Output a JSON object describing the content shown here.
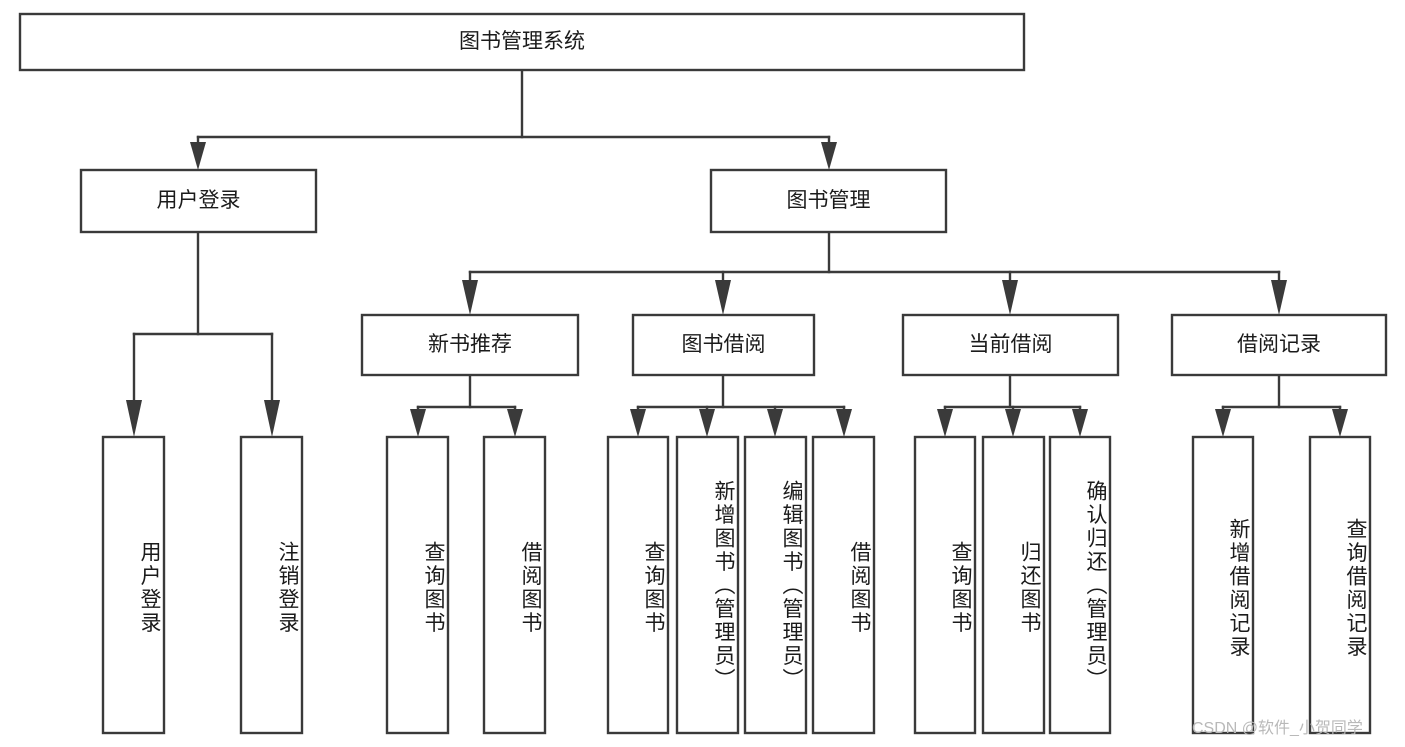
{
  "diagram": {
    "type": "hierarchy-tree",
    "title": "图书管理系统",
    "watermark": "CSDN @软件_小贺同学",
    "colors": {
      "stroke": "#3a3a3a",
      "fill": "#ffffff",
      "text": "#1b1b1b",
      "watermark": "#b9b9b9",
      "background": "#ffffff"
    },
    "levels": [
      {
        "level": 1,
        "nodes": [
          {
            "id": "root",
            "label": "图书管理系统",
            "orientation": "horizontal"
          }
        ]
      },
      {
        "level": 2,
        "nodes": [
          {
            "id": "user-login",
            "label": "用户登录",
            "orientation": "horizontal",
            "parent": "root"
          },
          {
            "id": "book-mgmt",
            "label": "图书管理",
            "orientation": "horizontal",
            "parent": "root"
          }
        ]
      },
      {
        "level": 3,
        "nodes": [
          {
            "id": "new-book-rec",
            "label": "新书推荐",
            "orientation": "horizontal",
            "parent": "book-mgmt"
          },
          {
            "id": "book-borrow",
            "label": "图书借阅",
            "orientation": "horizontal",
            "parent": "book-mgmt"
          },
          {
            "id": "current-borrow",
            "label": "当前借阅",
            "orientation": "horizontal",
            "parent": "book-mgmt"
          },
          {
            "id": "borrow-record",
            "label": "借阅记录",
            "orientation": "horizontal",
            "parent": "book-mgmt"
          }
        ]
      },
      {
        "level": 4,
        "nodes": [
          {
            "id": "leaf-user-login",
            "label": "用户登录",
            "orientation": "vertical",
            "parent": "user-login"
          },
          {
            "id": "leaf-user-logout",
            "label": "注销登录",
            "orientation": "vertical",
            "parent": "user-login"
          },
          {
            "id": "leaf-rec-query",
            "label": "查询图书",
            "orientation": "vertical",
            "parent": "new-book-rec"
          },
          {
            "id": "leaf-rec-borrow",
            "label": "借阅图书",
            "orientation": "vertical",
            "parent": "new-book-rec"
          },
          {
            "id": "leaf-borrow-query",
            "label": "查询图书",
            "orientation": "vertical",
            "parent": "book-borrow"
          },
          {
            "id": "leaf-borrow-add",
            "label": "新增图书（管理员）",
            "orientation": "vertical",
            "parent": "book-borrow"
          },
          {
            "id": "leaf-borrow-edit",
            "label": "编辑图书（管理员）",
            "orientation": "vertical",
            "parent": "book-borrow"
          },
          {
            "id": "leaf-borrow-borrow",
            "label": "借阅图书",
            "orientation": "vertical",
            "parent": "book-borrow"
          },
          {
            "id": "leaf-current-query",
            "label": "查询图书",
            "orientation": "vertical",
            "parent": "current-borrow"
          },
          {
            "id": "leaf-current-return",
            "label": "归还图书",
            "orientation": "vertical",
            "parent": "current-borrow"
          },
          {
            "id": "leaf-current-confirm",
            "label": "确认归还（管理员）",
            "orientation": "vertical",
            "parent": "current-borrow"
          },
          {
            "id": "leaf-record-add",
            "label": "新增借阅记录",
            "orientation": "vertical",
            "parent": "borrow-record"
          },
          {
            "id": "leaf-record-query",
            "label": "查询借阅记录",
            "orientation": "vertical",
            "parent": "borrow-record"
          }
        ]
      }
    ]
  }
}
